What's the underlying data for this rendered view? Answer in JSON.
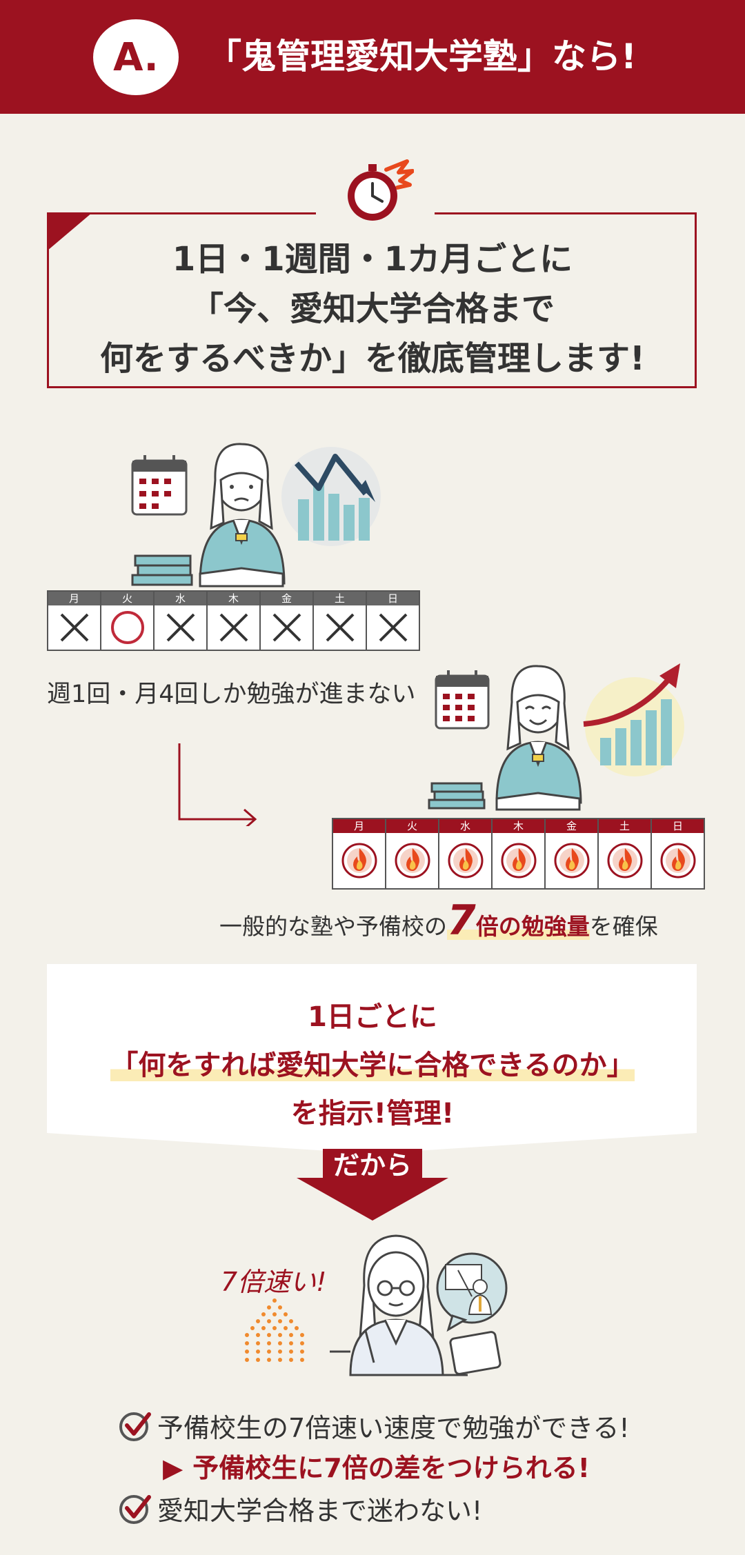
{
  "header": {
    "badge": "A.",
    "title": "「鬼管理愛知大学塾」なら!"
  },
  "intro": {
    "lines": [
      "1日・1週間・1カ月ごとに",
      "「今、愛知大学合格まで",
      "何をするべきか」を徹底管理します!"
    ]
  },
  "days": [
    "月",
    "火",
    "水",
    "木",
    "金",
    "土",
    "日"
  ],
  "before": {
    "marks": [
      "x",
      "o",
      "x",
      "x",
      "x",
      "x",
      "x"
    ],
    "caption": "週1回・月4回しか勉強が進まない"
  },
  "after": {
    "caption_pre": "一般的な塾や予備校の",
    "caption_num": "7",
    "caption_hl": "倍の勉強量",
    "caption_post": "を確保"
  },
  "instruction": {
    "lines": [
      "1日ごとに",
      "「何をすれば愛知大学に合格できるのか」",
      "を指示!管理!"
    ]
  },
  "dakara": "だから",
  "speed": "7倍速い!",
  "benefits": {
    "item1": "予備校生の7倍速い速度で勉強ができる!",
    "arrow_item": "予備校生に7倍の差をつけられる!",
    "item2": "愛知大学合格まで迷わない!"
  },
  "colors": {
    "brand_red": "#9c1220",
    "background": "#f3f1ea",
    "highlight": "#fbecb6",
    "uniform": "#8cc7cc",
    "flame": "#e8491d"
  },
  "icons": [
    "stopwatch-icon",
    "calendar-icon",
    "chart-down-icon",
    "chart-up-icon",
    "flame-icon",
    "check-icon",
    "l-arrow-icon",
    "caret-right-icon"
  ]
}
